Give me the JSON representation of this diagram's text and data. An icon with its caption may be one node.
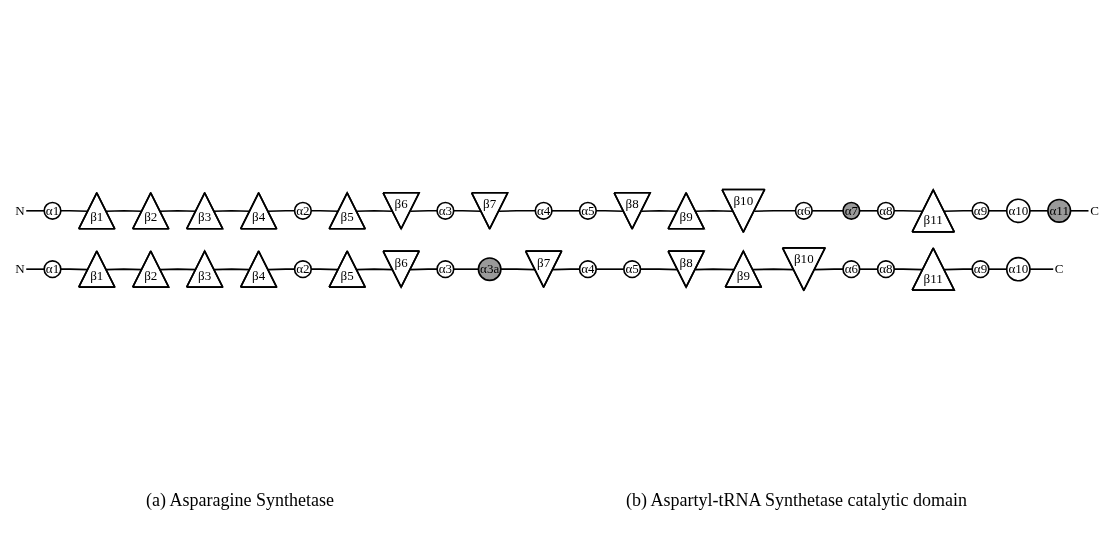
{
  "diagram": {
    "nodes": [
      {
        "text": [
          "C"
        ]
      },
      {
        "text": [
          "α11"
        ]
      },
      {
        "text": [
          "α10"
        ]
      },
      {
        "text": [
          "N"
        ]
      },
      {
        "text": [
          "α1"
        ]
      },
      {
        "text": [
          "α9"
        ]
      },
      {
        "text": [
          "α3"
        ]
      },
      {
        "text": [
          "β2"
        ]
      },
      {
        "text": [
          "β1"
        ]
      },
      {
        "text": [
          "β5"
        ]
      },
      {
        "text": [
          "β6"
        ]
      },
      {
        "text": [
          "β11"
        ]
      },
      {
        "text": [
          "β10"
        ]
      },
      {
        "text": [
          "β9"
        ]
      },
      {
        "text": [
          "β8"
        ]
      },
      {
        "text": [
          "β7"
        ]
      },
      {
        "text": [
          "β4"
        ]
      },
      {
        "text": [
          "β3"
        ]
      },
      {
        "text": [
          "α2"
        ]
      },
      {
        "text": [
          "α8"
        ]
      },
      {
        "text": [
          "α7"
        ]
      },
      {
        "text": [
          "α6"
        ]
      },
      {
        "text": [
          "α5"
        ]
      },
      {
        "text": [
          "α4"
        ]
      },
      {
        "text": [
          "C"
        ]
      },
      {
        "text": [
          "α10"
        ]
      },
      {
        "text": [
          "N"
        ]
      },
      {
        "text": [
          "α1"
        ]
      },
      {
        "text": [
          "α9"
        ]
      },
      {
        "text": [
          "α3"
        ]
      },
      {
        "text": [
          "α3a"
        ]
      },
      {
        "text": [
          "β2"
        ]
      },
      {
        "text": [
          "β1"
        ]
      },
      {
        "text": [
          "β5"
        ]
      },
      {
        "text": [
          "β6"
        ]
      },
      {
        "text": [
          "β11"
        ]
      },
      {
        "text": [
          "β10"
        ]
      },
      {
        "text": [
          "β9"
        ]
      },
      {
        "text": [
          "β8"
        ]
      },
      {
        "text": [
          "β7"
        ]
      },
      {
        "text": [
          "β4"
        ]
      },
      {
        "text": [
          "β3"
        ]
      },
      {
        "text": [
          "α2"
        ]
      },
      {
        "text": [
          "α8"
        ]
      },
      {
        "text": [
          "α6"
        ]
      },
      {
        "text": [
          "α5"
        ]
      },
      {
        "text": [
          "α4"
        ]
      }
    ],
    "edges": [
      {
        "from": 3,
        "to": 4,
        "arrow": "none"
      },
      {
        "from": 4,
        "to": 8,
        "arrow": "none"
      },
      {
        "from": 8,
        "to": 7,
        "arrow": "none"
      },
      {
        "from": 7,
        "to": 17,
        "arrow": "none"
      },
      {
        "from": 17,
        "to": 16,
        "arrow": "none"
      },
      {
        "from": 16,
        "to": 18,
        "arrow": "none"
      },
      {
        "from": 18,
        "to": 9,
        "arrow": "none"
      },
      {
        "from": 9,
        "to": 10,
        "arrow": "none"
      },
      {
        "from": 10,
        "to": 6,
        "arrow": "none"
      },
      {
        "from": 6,
        "to": 15,
        "arrow": "none"
      },
      {
        "from": 15,
        "to": 23,
        "arrow": "none"
      },
      {
        "from": 23,
        "to": 22,
        "arrow": "none"
      },
      {
        "from": 22,
        "to": 14,
        "arrow": "none"
      },
      {
        "from": 14,
        "to": 13,
        "arrow": "none"
      },
      {
        "from": 13,
        "to": 12,
        "arrow": "none"
      },
      {
        "from": 12,
        "to": 21,
        "arrow": "none"
      },
      {
        "from": 21,
        "to": 20,
        "arrow": "none"
      },
      {
        "from": 20,
        "to": 19,
        "arrow": "none"
      },
      {
        "from": 19,
        "to": 11,
        "arrow": "none"
      },
      {
        "from": 11,
        "to": 5,
        "arrow": "none"
      },
      {
        "from": 5,
        "to": 2,
        "arrow": "none"
      },
      {
        "from": 2,
        "to": 1,
        "arrow": "none"
      },
      {
        "from": 1,
        "to": 0,
        "arrow": "none"
      },
      {
        "from": 26,
        "to": 27,
        "arrow": "none"
      },
      {
        "from": 27,
        "to": 32,
        "arrow": "none"
      },
      {
        "from": 32,
        "to": 31,
        "arrow": "none"
      },
      {
        "from": 31,
        "to": 41,
        "arrow": "none"
      },
      {
        "from": 41,
        "to": 40,
        "arrow": "none"
      },
      {
        "from": 40,
        "to": 42,
        "arrow": "none"
      },
      {
        "from": 42,
        "to": 33,
        "arrow": "none"
      },
      {
        "from": 33,
        "to": 34,
        "arrow": "none"
      },
      {
        "from": 34,
        "to": 29,
        "arrow": "none"
      },
      {
        "from": 29,
        "to": 30,
        "arrow": "none"
      },
      {
        "from": 30,
        "to": 39,
        "arrow": "none"
      },
      {
        "from": 39,
        "to": 46,
        "arrow": "none"
      },
      {
        "from": 46,
        "to": 45,
        "arrow": "none"
      },
      {
        "from": 45,
        "to": 38,
        "arrow": "none"
      },
      {
        "from": 38,
        "to": 37,
        "arrow": "none"
      },
      {
        "from": 37,
        "to": 36,
        "arrow": "none"
      },
      {
        "from": 36,
        "to": 44,
        "arrow": "none"
      },
      {
        "from": 44,
        "to": 43,
        "arrow": "none"
      },
      {
        "from": 43,
        "to": 35,
        "arrow": "none"
      },
      {
        "from": 35,
        "to": 28,
        "arrow": "none"
      },
      {
        "from": 28,
        "to": 25,
        "arrow": "none"
      },
      {
        "from": 25,
        "to": 24,
        "arrow": "none"
      }
    ],
    "labels": [
      "(a) Asparagine Synthetase",
      "(b) Aspartyl-tRNA Synthetase catalytic domain"
    ]
  }
}
